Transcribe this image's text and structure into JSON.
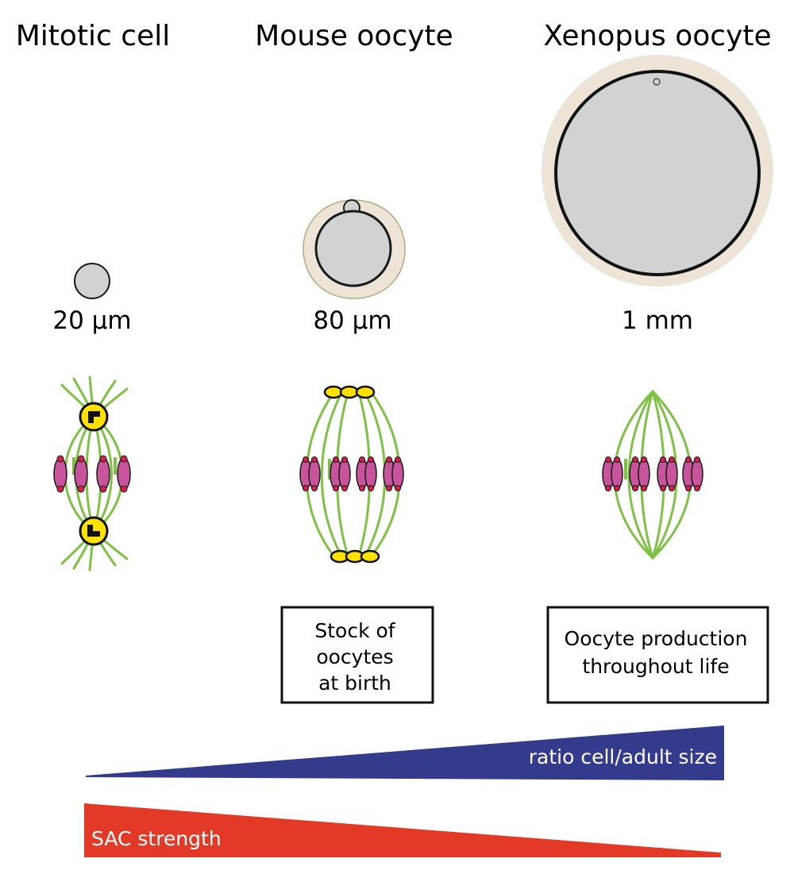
{
  "columns": [
    {
      "title": "Mitotic cell",
      "size_label": "20 μm"
    },
    {
      "title": "Mouse oocyte",
      "size_label": "80 μm"
    },
    {
      "title": "Xenopus oocyte",
      "size_label": "1 mm"
    }
  ],
  "boxes": {
    "mouse": [
      "Stock of",
      "oocytes",
      "at birth"
    ],
    "xenopus": [
      "Oocyte production",
      "throughout life"
    ]
  },
  "gradients": {
    "ratio": {
      "label": "ratio cell/adult size",
      "color": "#343a8c"
    },
    "sac": {
      "label": "SAC strength",
      "color": "#e23a26"
    }
  },
  "colors": {
    "cell_gray": "#d2d3d1",
    "zona": "#ece4d6",
    "microtubule": "#7dc242",
    "chromosome": "#c8559c",
    "kinetochore": "#d81f4a",
    "centrosome": "#ffe100"
  }
}
